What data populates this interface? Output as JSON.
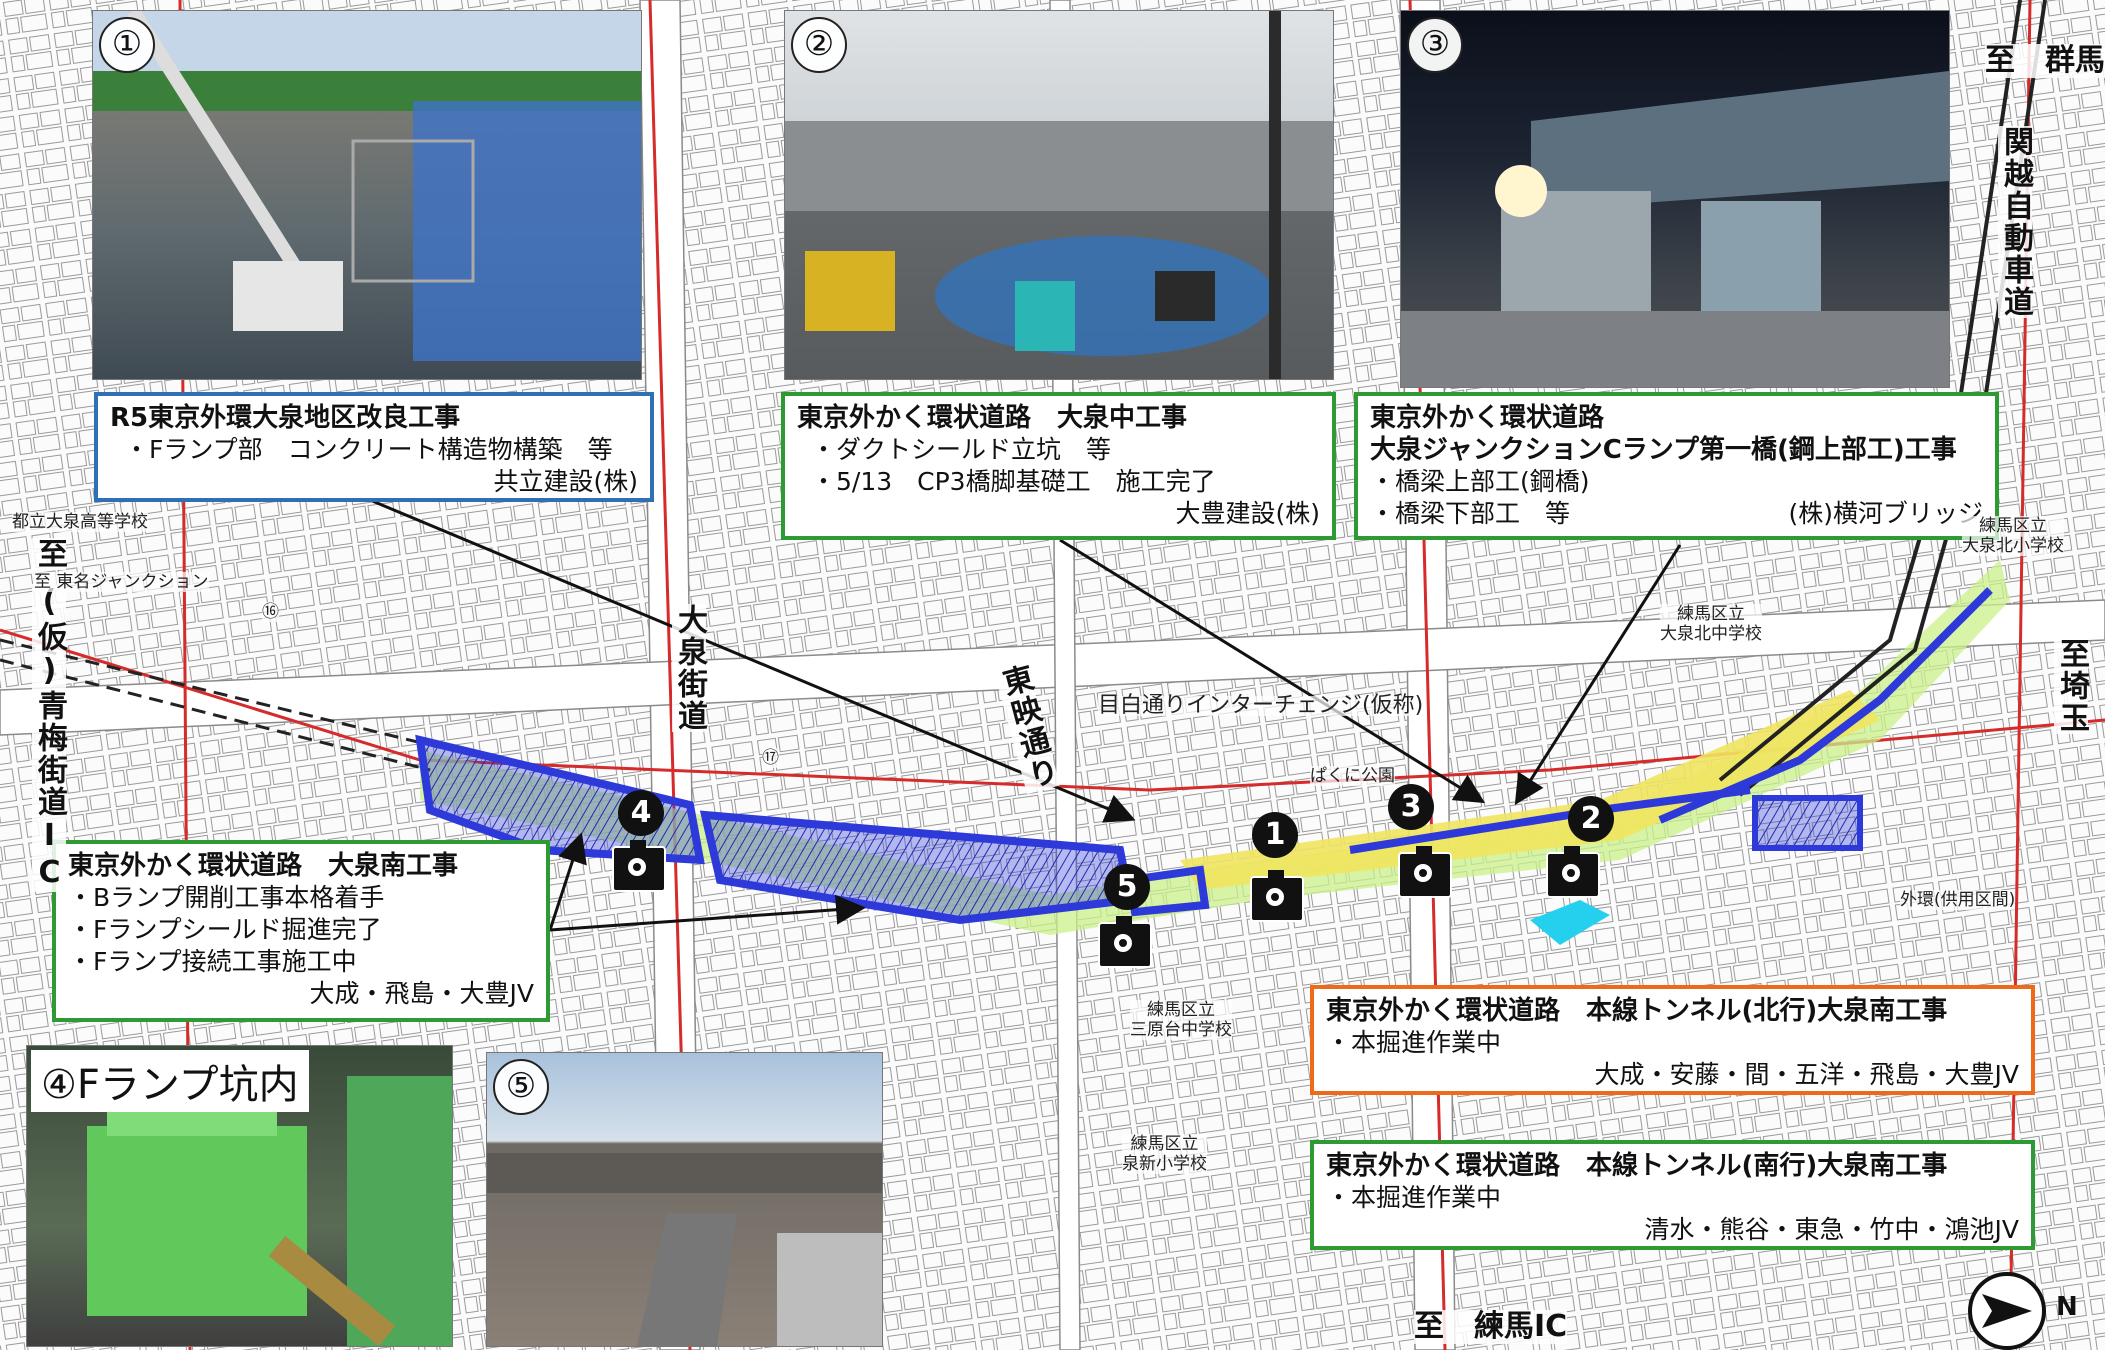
{
  "photos": {
    "p1": {
      "num": "①"
    },
    "p2": {
      "num": "②"
    },
    "p3": {
      "num": "③"
    },
    "p4": {
      "title": "④Fランプ坑内"
    },
    "p5": {
      "num": "⑤"
    }
  },
  "boxes": {
    "r5": {
      "title": "R5東京外環大泉地区改良工事",
      "lines": [
        "・Fランプ部　コンクリート構造物構築　等"
      ],
      "contractor": "共立建設(株)"
    },
    "naka": {
      "title": "東京外かく環状道路　大泉中工事",
      "lines": [
        "・ダクトシールド立坑　等",
        "・5/13　CP3橋脚基礎工　施工完了"
      ],
      "contractor": "大豊建設(株)"
    },
    "jct": {
      "title1": "東京外かく環状道路",
      "title2": "大泉ジャンクションCランプ第一橋(鋼上部工)工事",
      "line1": "・橋梁上部工(鋼橋)",
      "line2": "・橋梁下部工　等",
      "contractor": "(株)横河ブリッジ"
    },
    "minami": {
      "title": "東京外かく環状道路　大泉南工事",
      "lines": [
        "・Bランプ開削工事本格着手",
        "・Fランプシールド掘進完了",
        "・Fランプ接続工事施工中"
      ],
      "contractor": "大成・飛島・大豊JV"
    },
    "north_tunnel": {
      "title": "東京外かく環状道路　本線トンネル(北行)大泉南工事",
      "lines": [
        "・本掘進作業中"
      ],
      "contractor": "大成・安藤・間・五洋・飛島・大豊JV"
    },
    "south_tunnel": {
      "title": "東京外かく環状道路　本線トンネル(南行)大泉南工事",
      "lines": [
        "・本掘進作業中"
      ],
      "contractor": "清水・熊谷・東急・竹中・鴻池JV"
    }
  },
  "directions": {
    "gunma": "至　群馬",
    "kanetsu": "関越自動車道",
    "saitama": "至埼玉",
    "nerima": "至　練馬IC",
    "ome_prefix": "至",
    "ome": "(仮)青梅街道IC",
    "oizumi_kaido": "大泉街道",
    "toei": "東映通り"
  },
  "map_labels": {
    "school1": "都立大泉高等学校",
    "tomei_jct": "至 東名ジャンクション",
    "mejiro": "目白通りインターチェンジ(仮称)",
    "kitachu": "練馬区立\n大泉北中学校",
    "kitasho": "練馬区立\n大泉北小学校",
    "sanbara": "練馬区立\n三原台中学校",
    "izumishin": "練馬区立\n泉新小学校",
    "gaikan": "外環(供用区間)",
    "park": "ぱくに公園",
    "n16": "⑯",
    "n17": "⑰"
  },
  "markers": {
    "m1": "1",
    "m2": "2",
    "m3": "3",
    "m4": "4",
    "m5": "5"
  },
  "north_label": "N"
}
